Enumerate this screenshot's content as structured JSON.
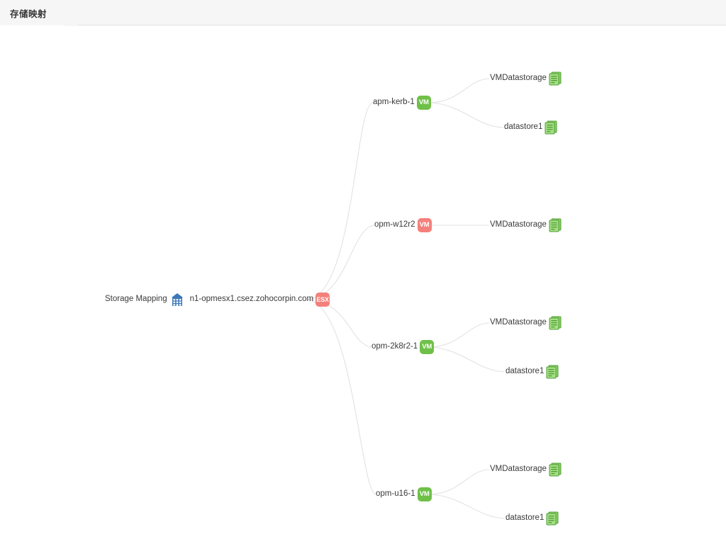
{
  "tab": {
    "label": "存储映射",
    "active": true
  },
  "graph": {
    "root": {
      "prefix_label": "Storage Mapping",
      "icon": "building-icon",
      "host_label": "n1-opmesx1.csez.zohocorpin.com",
      "badge": "ESX",
      "badge_color": "#f4807b"
    },
    "vms": [
      {
        "label": "apm-kerb-1",
        "badge": "VM",
        "badge_color": "#6fc049",
        "state": "green",
        "datastores": [
          {
            "label": "VMDatastorage",
            "icon": "storage-icon"
          },
          {
            "label": "datastore1",
            "icon": "storage-icon"
          }
        ]
      },
      {
        "label": "opm-w12r2",
        "badge": "VM",
        "badge_color": "#f4807b",
        "state": "red",
        "datastores": [
          {
            "label": "VMDatastorage",
            "icon": "storage-icon"
          }
        ]
      },
      {
        "label": "opm-2k8r2-1",
        "badge": "VM",
        "badge_color": "#6fc049",
        "state": "green",
        "datastores": [
          {
            "label": "VMDatastorage",
            "icon": "storage-icon"
          },
          {
            "label": "datastore1",
            "icon": "storage-icon"
          }
        ]
      },
      {
        "label": "opm-u16-1",
        "badge": "VM",
        "badge_color": "#6fc049",
        "state": "green",
        "datastores": [
          {
            "label": "VMDatastorage",
            "icon": "storage-icon"
          },
          {
            "label": "datastore1",
            "icon": "storage-icon"
          }
        ]
      }
    ]
  },
  "colors": {
    "edge": "#e2e2e2",
    "green": "#6fc049",
    "red": "#f4807b",
    "building_blue": "#3b78b8",
    "tab_bg": "#f6f6f6",
    "canvas_bg": "#ffffff"
  }
}
